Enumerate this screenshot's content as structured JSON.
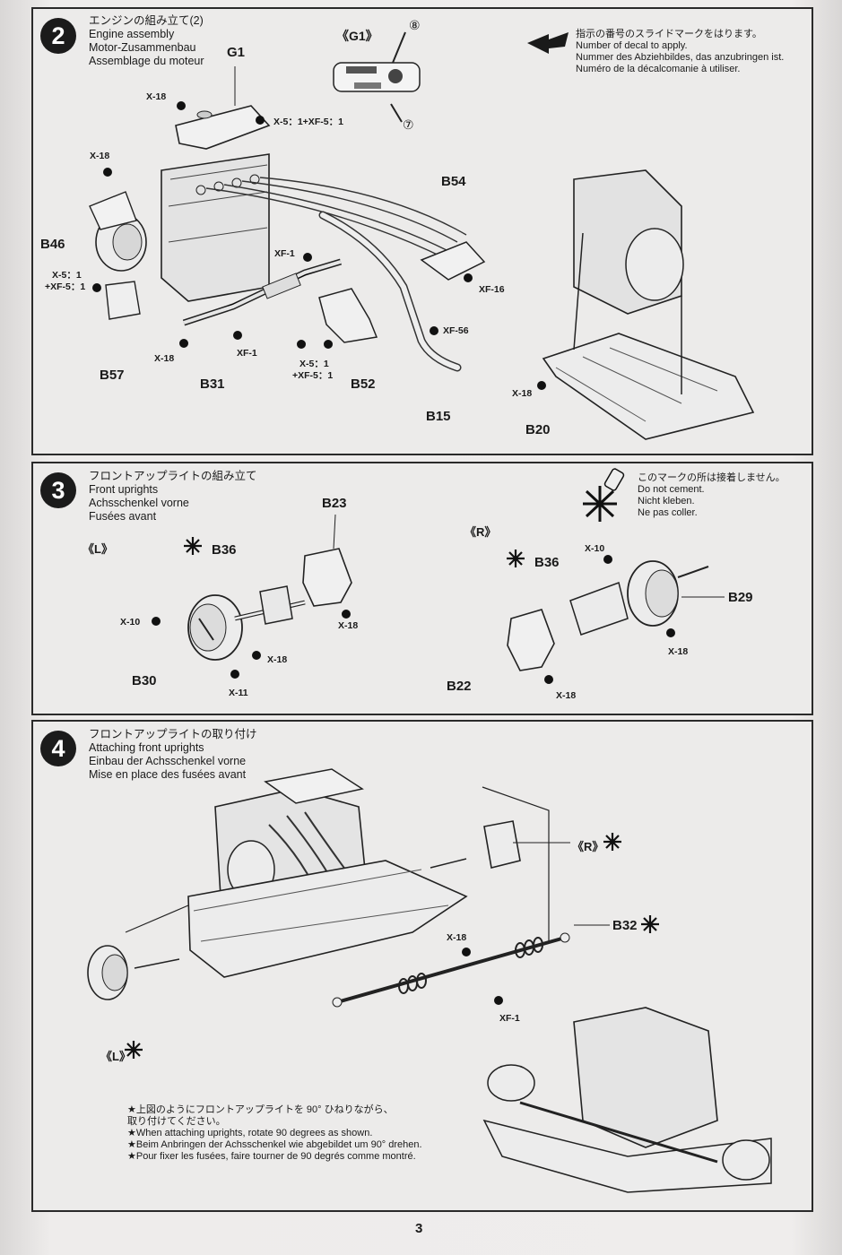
{
  "step2": {
    "number": "2",
    "title_jp": "エンジンの組み立て(2)",
    "title_en": "Engine assembly",
    "title_de": "Motor-Zusammenbau",
    "title_fr": "Assemblage du moteur",
    "decal_group": "《G1》",
    "decal_num_a": "⑧",
    "decal_num_b": "⑦",
    "decal_note_jp": "指示の番号のスライドマークをはります。",
    "decal_note_en": "Number of decal to apply.",
    "decal_note_de": "Nummer des Abziehbildes, das anzubringen ist.",
    "decal_note_fr": "Numéro de la décalcomanie à utiliser.",
    "parts": {
      "g1": "G1",
      "b54": "B54",
      "b46": "B46",
      "b57": "B57",
      "b31": "B31",
      "b52": "B52",
      "b15": "B15",
      "b20": "B20"
    },
    "paints": {
      "x18_a": "X-18",
      "x5xf5_top": "X-5：1+XF-5：1",
      "x18_b": "X-18",
      "x5_left_1": "X-5：1",
      "x5_left_2": "+XF-5：1",
      "xf1_a": "XF-1",
      "xf16": "XF-16",
      "xf56": "XF-56",
      "x18_c": "X-18",
      "xf1_b": "XF-1",
      "x5_mid_1": "X-5：1",
      "x5_mid_2": "+XF-5：1",
      "x18_d": "X-18"
    }
  },
  "step3": {
    "number": "3",
    "title_jp": "フロントアップライトの組み立て",
    "title_en": "Front uprights",
    "title_de": "Achsschenkel vorne",
    "title_fr": "Fusées avant",
    "left_tag": "《L》",
    "right_tag": "《R》",
    "nocement_jp": "このマークの所は接着しません。",
    "nocement_en": "Do not cement.",
    "nocement_de": "Nicht kleben.",
    "nocement_fr": "Ne pas coller.",
    "parts": {
      "b23": "B23",
      "b36_l": "B36",
      "b30": "B30",
      "b36_r": "B36",
      "b29": "B29",
      "b22": "B22"
    },
    "paints": {
      "x18_a": "X-18",
      "x10_a": "X-10",
      "x18_b": "X-18",
      "x11": "X-11",
      "x10_b": "X-10",
      "x18_c": "X-18",
      "x18_d": "X-18"
    }
  },
  "step4": {
    "number": "4",
    "title_jp": "フロントアップライトの取り付け",
    "title_en": "Attaching front uprights",
    "title_de": "Einbau der Achsschenkel vorne",
    "title_fr": "Mise en place des fusées avant",
    "r_tag": "《R》",
    "l_tag": "《L》",
    "b32": "B32",
    "paints": {
      "x18": "X-18",
      "xf1": "XF-1"
    },
    "note_jp_1": "★上図のようにフロントアップライトを 90° ひねりながら、",
    "note_jp_2": "取り付けてください。",
    "note_en": "★When attaching uprights, rotate 90 degrees as shown.",
    "note_de": "★Beim Anbringen der Achsschenkel wie abgebildet um 90° drehen.",
    "note_fr": "★Pour fixer les fusées, faire tourner de 90 degrés comme montré."
  },
  "page_number": "3"
}
